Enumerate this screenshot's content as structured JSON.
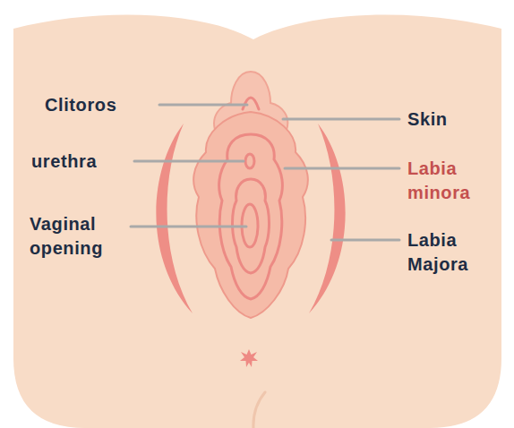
{
  "diagram": {
    "labels": [
      "Clitoros",
      "urethra",
      "Vaginal opening",
      "Skin",
      "Labia minora",
      "Labia Majora"
    ]
  }
}
